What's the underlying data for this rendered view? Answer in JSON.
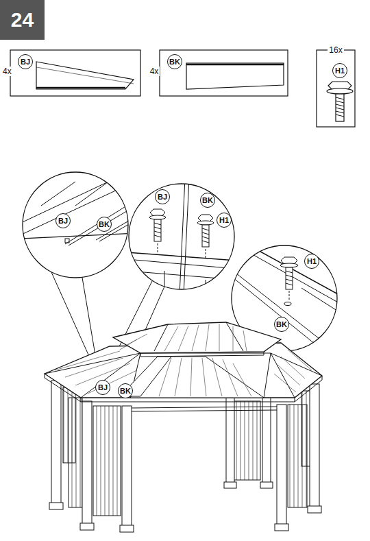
{
  "diagram": {
    "labels": [
      "24",
      "4x",
      "BJ",
      "4x",
      "BK",
      "16x",
      "H1",
      "BJ",
      "BK",
      "BJ",
      "BK",
      "H1",
      "H1",
      "BK",
      "BJ",
      "BK"
    ]
  }
}
